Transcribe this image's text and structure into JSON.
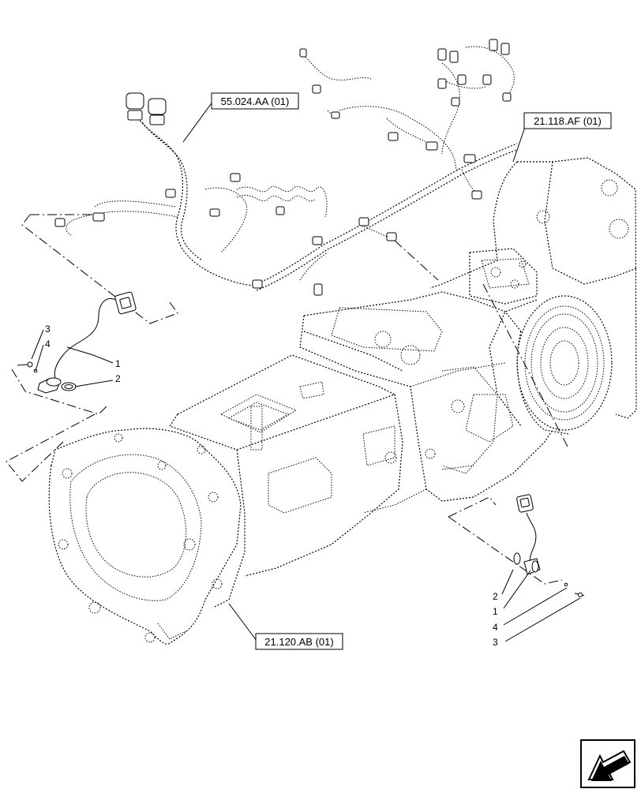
{
  "references": {
    "harness": "55.024.AA (01)",
    "rear_housing": "21.118.AF (01)",
    "front_housing": "21.120.AB (01)"
  },
  "left_callouts": [
    "3",
    "4",
    "1",
    "2"
  ],
  "right_callouts": [
    "2",
    "1",
    "4",
    "3"
  ],
  "nav_icon": "arrow-left-icon"
}
